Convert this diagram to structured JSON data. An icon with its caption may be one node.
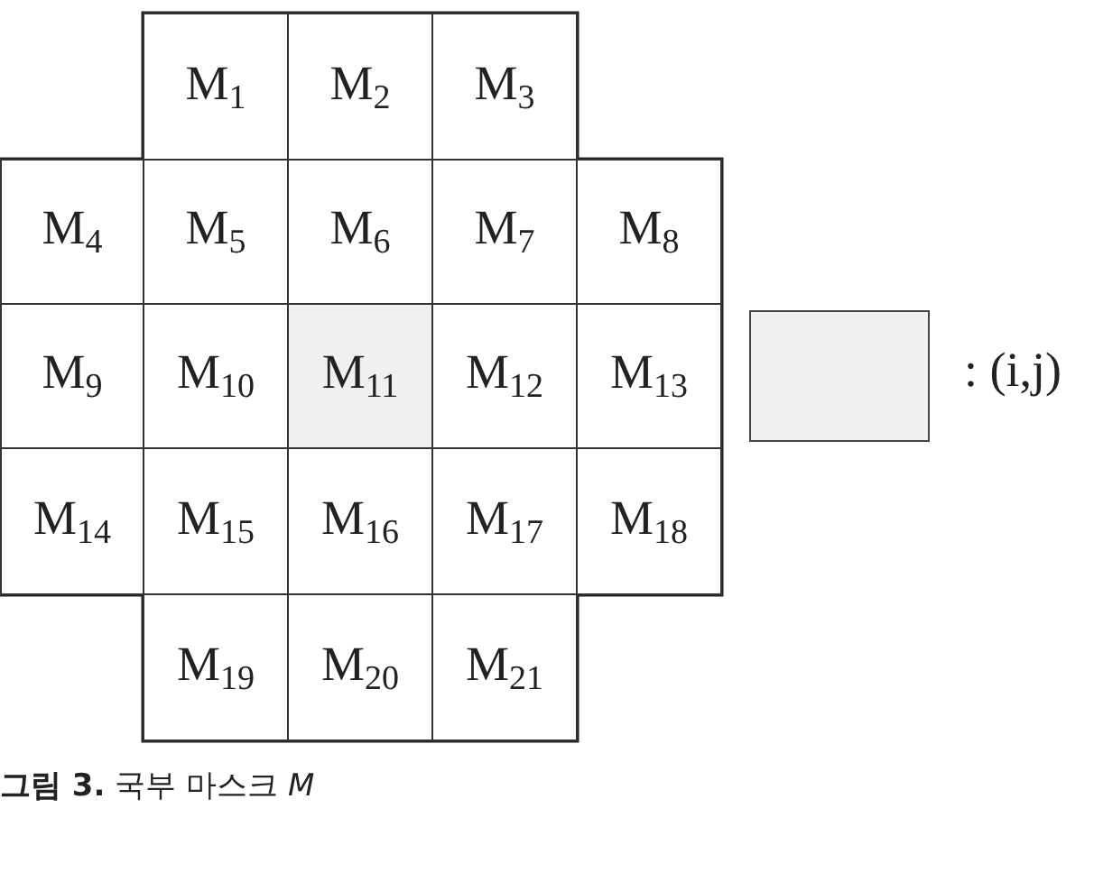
{
  "diagram": {
    "caption": "**그림 3.** 국부 마스크 *M*",
    "nodes": [
      {
        "text": [
          "M$_{1}$"
        ]
      },
      {
        "text": [
          "M$_{2}$"
        ]
      },
      {
        "text": [
          "M$_{3}$"
        ]
      },
      {
        "text": [
          "M$_{4}$"
        ]
      },
      {
        "text": [
          "M$_{5}$"
        ]
      },
      {
        "text": [
          "M$_{6}$"
        ]
      },
      {
        "text": [
          "M$_{7}$"
        ]
      },
      {
        "text": [
          "M$_{8}$"
        ]
      },
      {
        "text": [
          "M$_{9}$"
        ]
      },
      {
        "text": [
          "M$_{10}$"
        ]
      },
      {
        "text": [
          "M$_{11}$"
        ]
      },
      {
        "text": [
          "M$_{12}$"
        ]
      },
      {
        "text": [
          "M$_{13}$"
        ]
      },
      {
        "text": [
          "M$_{14}$"
        ]
      },
      {
        "text": [
          "M$_{15}$"
        ]
      },
      {
        "text": [
          "M$_{16}$"
        ]
      },
      {
        "text": [
          "M$_{17}$"
        ]
      },
      {
        "text": [
          "M$_{18}$"
        ]
      },
      {
        "text": [
          "M$_{19}$"
        ]
      },
      {
        "text": [
          "M$_{20}$"
        ]
      },
      {
        "text": [
          "M$_{21}$"
        ]
      }
    ],
    "legend": [
      {
        "text": ": (i,j)",
        "color": "#f0f0f0"
      }
    ]
  }
}
